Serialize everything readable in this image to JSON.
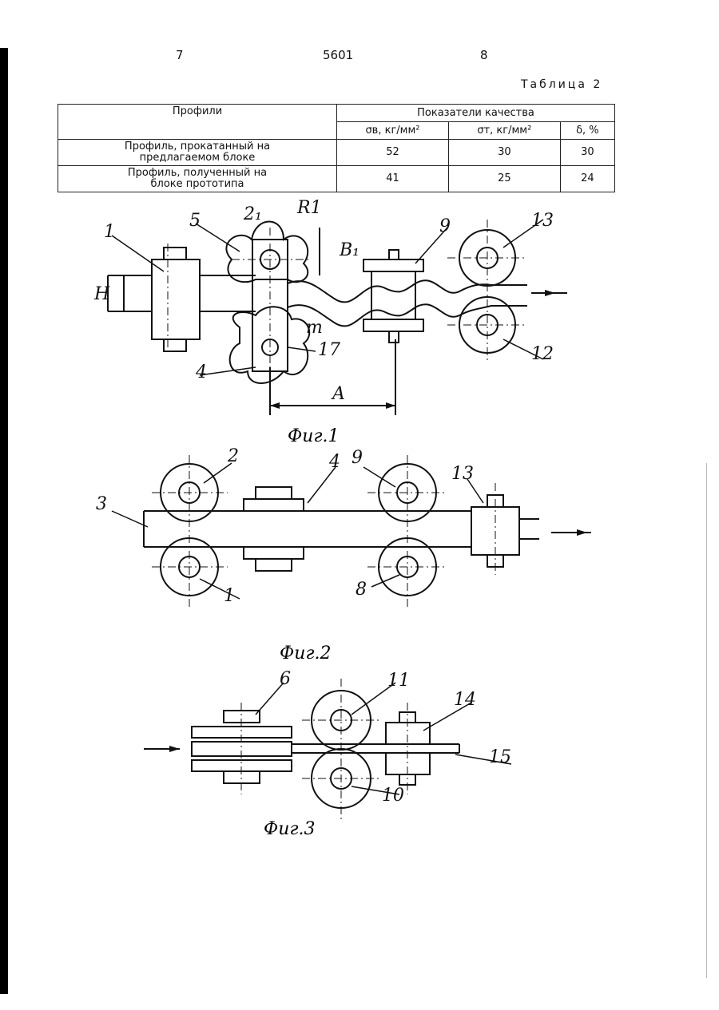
{
  "page": {
    "left_number": "7",
    "center_number": "5601",
    "right_number": "8"
  },
  "table": {
    "caption": "Таблица 2",
    "col_profiles": "Профили",
    "col_quality": "Показатели качества",
    "sub_headers": [
      "σв, кг/мм²",
      "σт, кг/мм²",
      "δ, %"
    ],
    "rows": [
      {
        "label_line1": "Профиль, прокатанный на",
        "label_line2": "предлагаемом блоке",
        "values": [
          "52",
          "30",
          "30"
        ]
      },
      {
        "label_line1": "Профиль, полученный на",
        "label_line2": "блоке прототипа",
        "values": [
          "41",
          "25",
          "24"
        ]
      }
    ]
  },
  "figures": {
    "fig1": {
      "caption": "Фиг.1",
      "labels": [
        "1",
        "5",
        "2₁",
        "R1",
        "B₁",
        "9",
        "13",
        "H",
        "m",
        "17",
        "12",
        "4",
        "A"
      ]
    },
    "fig2": {
      "caption": "Фиг.2",
      "labels": [
        "2",
        "9",
        "13",
        "3",
        "4",
        "1",
        "8"
      ]
    },
    "fig3": {
      "caption": "Фиг.3",
      "labels": [
        "6",
        "11",
        "14",
        "15",
        "10"
      ]
    }
  }
}
